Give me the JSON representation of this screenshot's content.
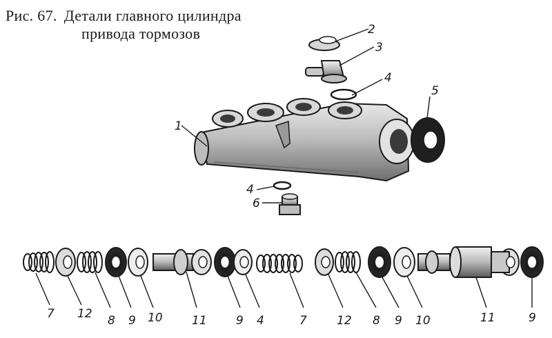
{
  "caption": {
    "fig_label": "Рис. 67.",
    "title_line1": "Детали главного цилиндра",
    "title_line2": "привода тормозов"
  },
  "callouts": [
    "1",
    "2",
    "3",
    "4",
    "5",
    "6",
    "7",
    "8",
    "9",
    "10",
    "11",
    "12"
  ],
  "bottom_row_labels": [
    "7",
    "12",
    "8",
    "9",
    "10",
    "11",
    "9",
    "4",
    "7",
    "12",
    "8",
    "9",
    "10",
    "11",
    "9"
  ],
  "colors": {
    "ink": "#1a1a1a",
    "paper": "#ffffff",
    "shade": "#6a6a6a",
    "light": "#cfcfcf"
  }
}
